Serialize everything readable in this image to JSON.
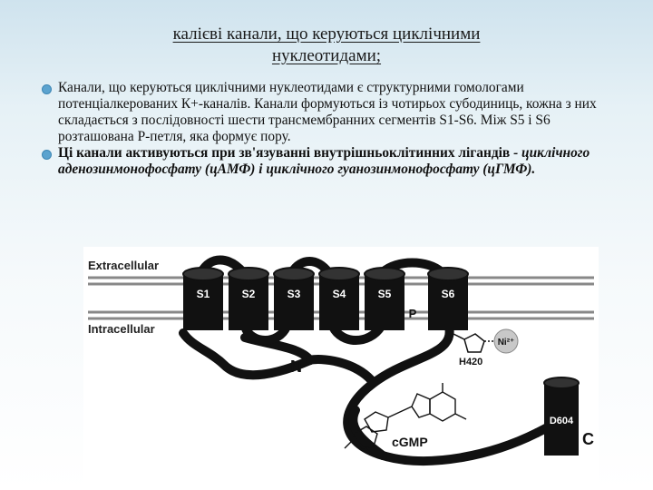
{
  "slide": {
    "title_line1": "калієві канали,  що  керуються  циклічними",
    "title_line2": "нуклеотидами;"
  },
  "bullets": [
    {
      "text": "Канали, що керуються циклічними нуклеотидами є структурними гомологами потенціалкерованих К+-каналів. Канали формуються із чотирьох субодиниць, кожна з них складається з послідовності шести трансмембранних сегментів S1-S6. Між S5 і S6 розташована P-петля, яка формує пору."
    },
    {
      "part1": "Ці канали активуються при зв'язуванні внутрішньоклітинних лігандів",
      "part2": " - циклічного аденозинмонофосфату (",
      "part3": "цАМФ",
      "part4": ") і циклічного гуанозинмонофосфату (",
      "part5": "цГМФ",
      "part6": ")."
    }
  ],
  "figure": {
    "label_extracellular": "Extracellular",
    "label_intracellular": "Intracellular",
    "segments": [
      "S1",
      "S2",
      "S3",
      "S4",
      "S5",
      "S6"
    ],
    "label_p": "P",
    "label_n": "N",
    "label_c": "C",
    "label_h420": "H420",
    "label_ni": "Ni²⁺",
    "label_d604": "D604",
    "label_cgmp": "cGMP"
  }
}
